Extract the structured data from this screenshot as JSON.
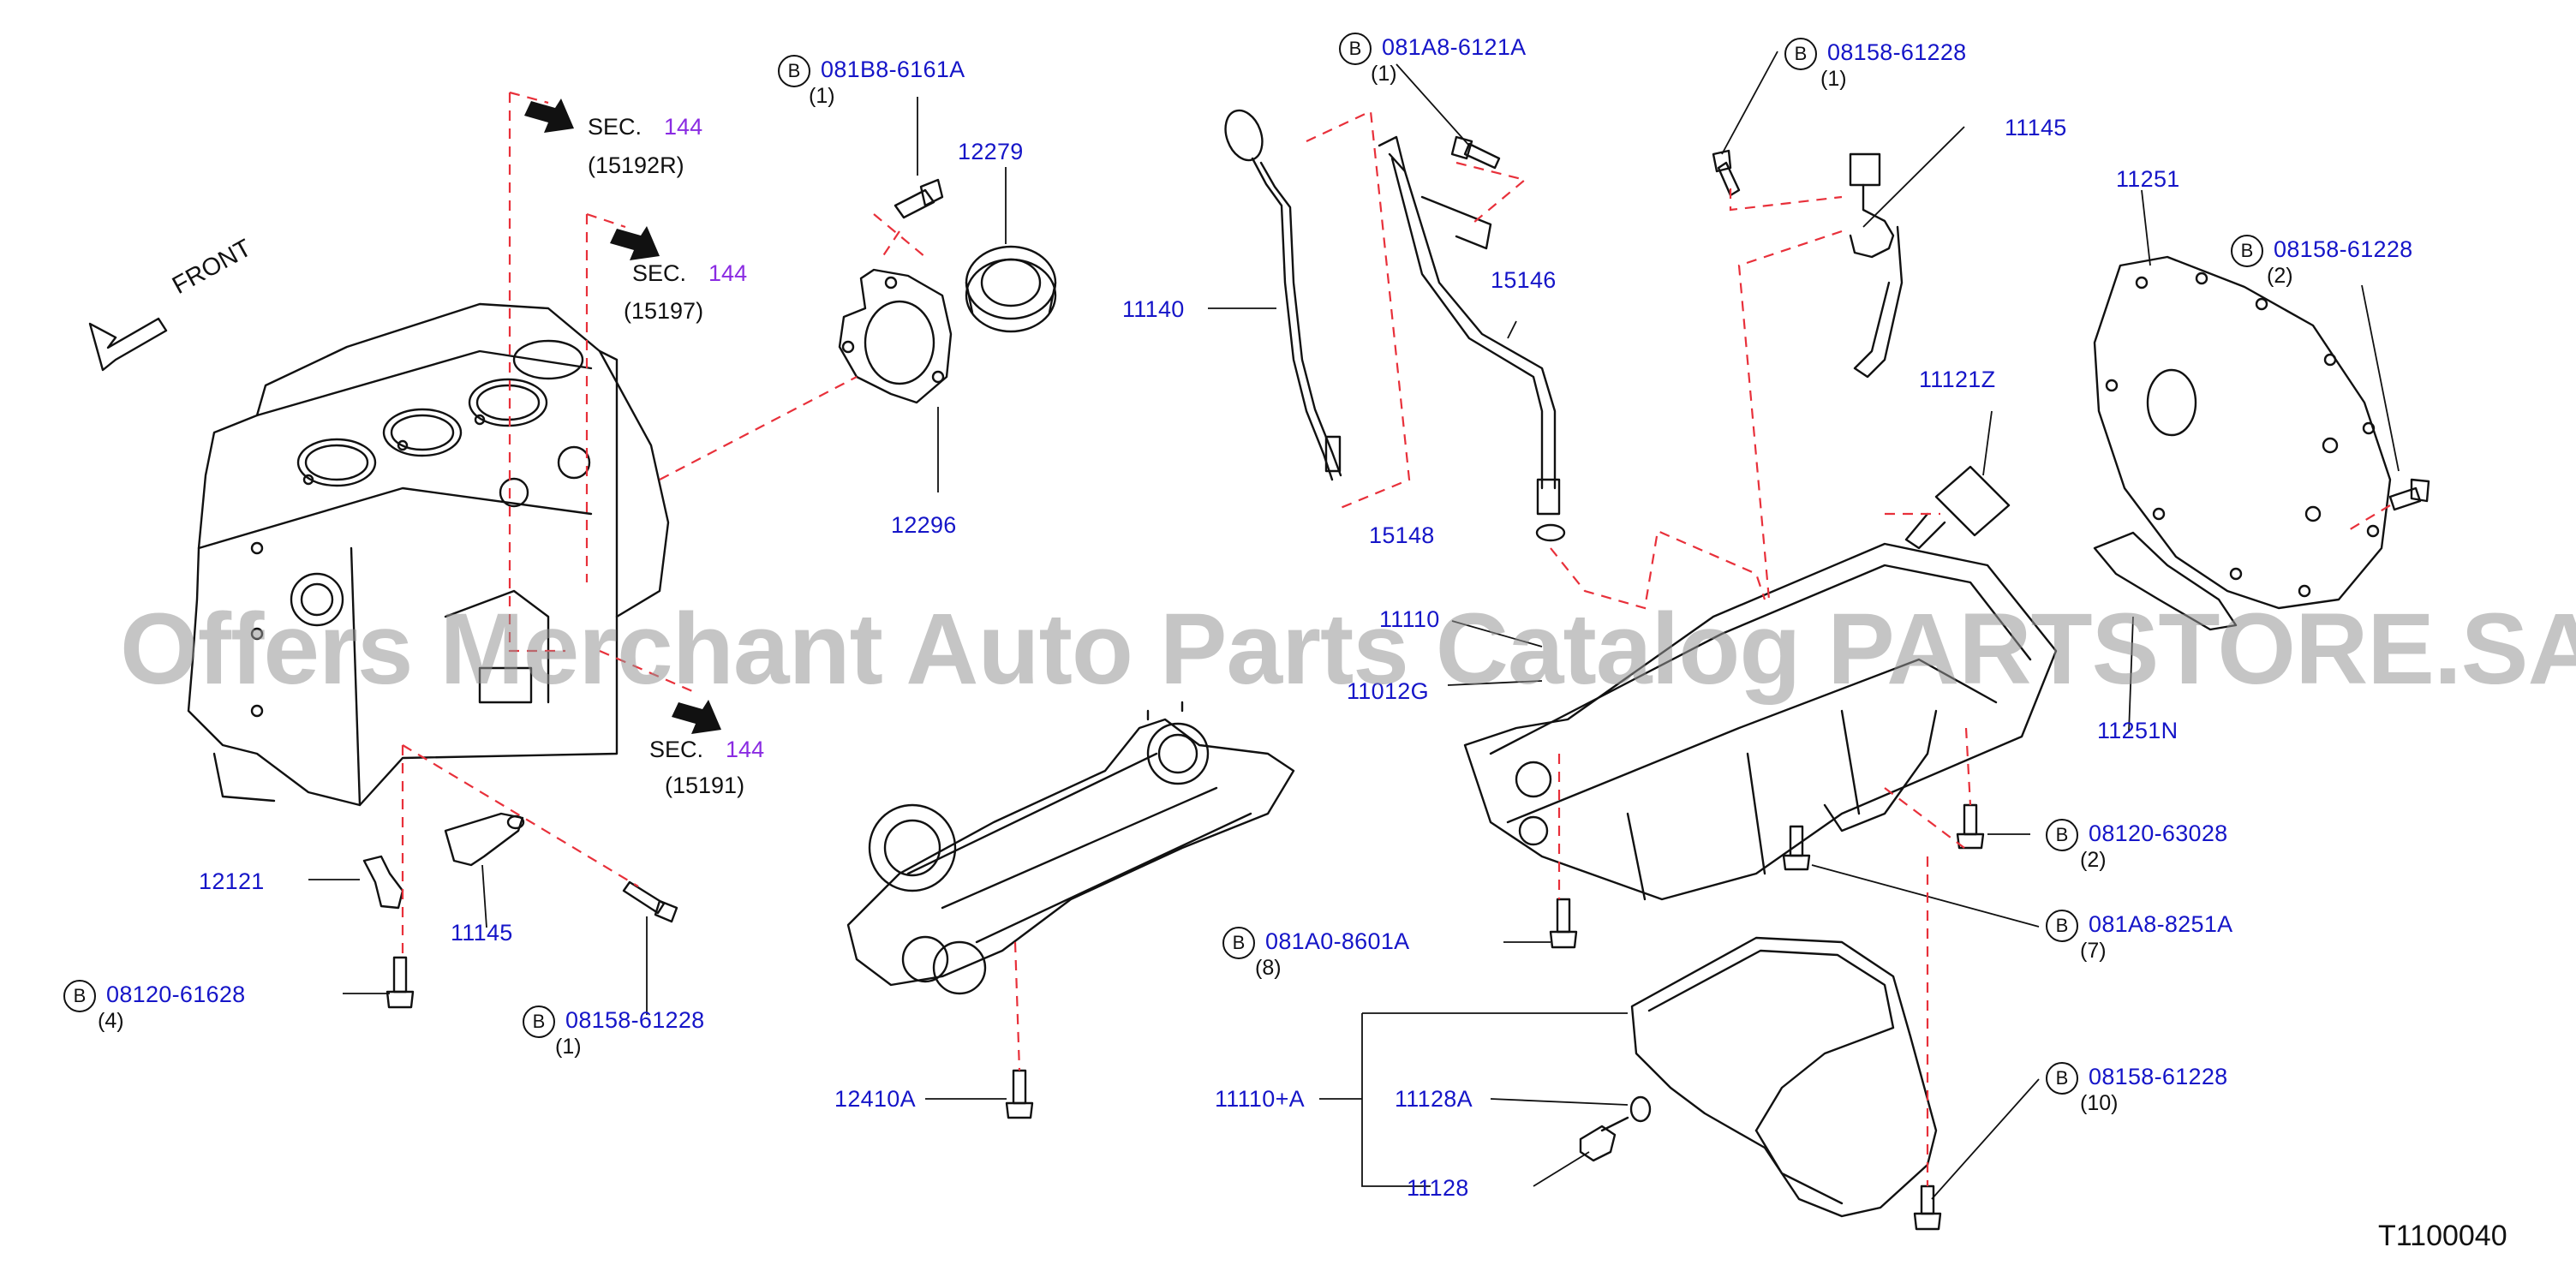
{
  "diagram_code": "T1100040",
  "watermark": "Offers Merchant Auto Parts Catalog PARTSTORE.SA",
  "front_label": "FRONT",
  "bolt_symbol": "B",
  "sections": [
    {
      "prefix": "SEC.",
      "num": "144",
      "ref": "(15192R)"
    },
    {
      "prefix": "SEC.",
      "num": "144",
      "ref": "(15197)"
    },
    {
      "prefix": "SEC.",
      "num": "144",
      "ref": "(15191)"
    }
  ],
  "bolts": [
    {
      "code": "081B8-6161A",
      "qty": "(1)"
    },
    {
      "code": "081A8-6121A",
      "qty": "(1)"
    },
    {
      "code": "08158-61228",
      "qty": "(1)"
    },
    {
      "code": "08158-61228",
      "qty": "(2)"
    },
    {
      "code": "08120-61628",
      "qty": "(4)"
    },
    {
      "code": "08158-61228",
      "qty": "(1)"
    },
    {
      "code": "081A0-8601A",
      "qty": "(8)"
    },
    {
      "code": "08120-63028",
      "qty": "(2)"
    },
    {
      "code": "081A8-8251A",
      "qty": "(7)"
    },
    {
      "code": "08158-61228",
      "qty": "(10)"
    }
  ],
  "parts": {
    "p12279": "12279",
    "p12296": "12296",
    "p11140": "11140",
    "p15146": "15146",
    "p15148": "15148",
    "p11145_top": "11145",
    "p11251": "11251",
    "p11121z": "11121Z",
    "p11110": "11110",
    "p11012g": "11012G",
    "p11251n": "11251N",
    "p12121": "12121",
    "p11145_low": "11145",
    "p12410a": "12410A",
    "p11110a": "11110+A",
    "p11128a": "11128A",
    "p11128": "11128"
  }
}
